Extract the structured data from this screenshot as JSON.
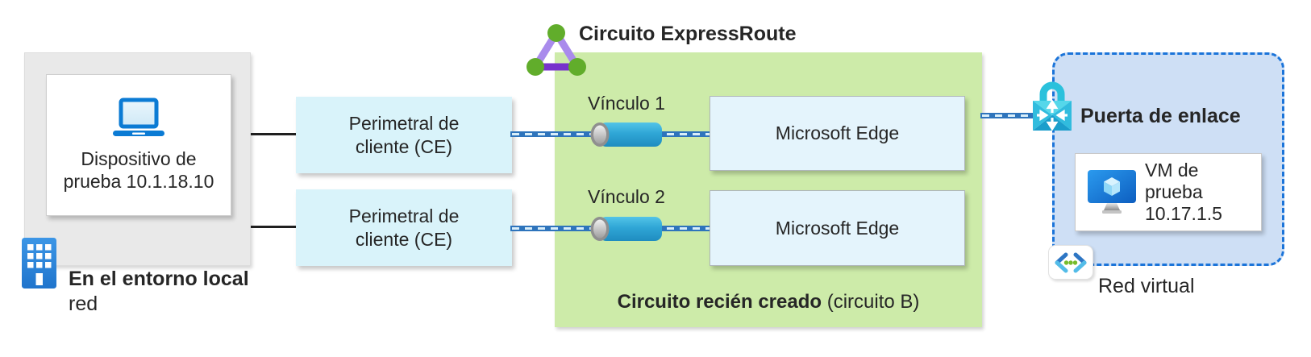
{
  "colors": {
    "onprem_fill": "#E9E9E9",
    "ce_fill": "#D9F3FA",
    "circuit_fill": "#CDEBA9",
    "edge_fill": "#E4F4FC",
    "vnet_fill": "#CEDFF5",
    "vnet_border": "#1B74D9",
    "link_line": "#2E74BC",
    "azure_blue": "#0B7BD4",
    "expressroute_purple_light": "#A98BEC",
    "expressroute_purple_dark": "#7733CC",
    "expressroute_green": "#61AD2B",
    "gateway_cyan": "#2BC1DC"
  },
  "onprem": {
    "device_label": "Dispositivo de prueba 10.1.18.10",
    "label_bold": "En el entorno local",
    "label_line2": "red"
  },
  "ce": [
    {
      "label": "Perimetral de cliente (CE)"
    },
    {
      "label": "Perimetral de cliente (CE)"
    }
  ],
  "circuit": {
    "title": "Circuito ExpressRoute",
    "links": [
      {
        "label": "Vínculo 1",
        "edge_label": "Microsoft Edge"
      },
      {
        "label": "Vínculo 2",
        "edge_label": "Microsoft Edge"
      }
    ],
    "caption_bold": "Circuito recién creado",
    "caption_rest": "(circuito B)"
  },
  "vnet": {
    "gateway_label": "Puerta de enlace",
    "vm_label": "VM de prueba 10.17.1.5",
    "network_label": "Red virtual"
  },
  "icons": [
    "laptop-icon",
    "building-icon",
    "expressroute-circuit-icon",
    "link-pipe-icon",
    "gateway-lock-icon",
    "virtual-machine-icon",
    "virtual-network-icon"
  ]
}
